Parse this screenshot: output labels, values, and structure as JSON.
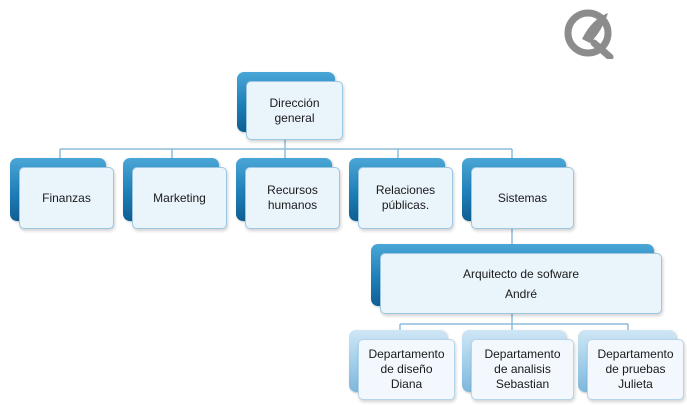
{
  "nodes": {
    "root": {
      "line1": "Dirección",
      "line2": "general"
    },
    "finanzas": {
      "line1": "Finanzas"
    },
    "marketing": {
      "line1": "Marketing"
    },
    "recursos": {
      "line1": "Recursos",
      "line2": "humanos"
    },
    "relaciones": {
      "line1": "Relaciones",
      "line2": "públicas."
    },
    "sistemas": {
      "line1": "Sistemas"
    },
    "arquitecto": {
      "line1": "Arquitecto de sofware",
      "line2": "André"
    },
    "diseno": {
      "line1": "Departamento",
      "line2": "de diseño",
      "line3": "Diana"
    },
    "analisis": {
      "line1": "Departamento",
      "line2": "de analisis",
      "line3": "Sebastian"
    },
    "pruebas": {
      "line1": "Departamento",
      "line2": "de pruebas",
      "line3": "Julieta"
    }
  },
  "colors": {
    "connector": "#8fbcd9",
    "dark_box": "#1f7fb8",
    "light_box": "#9ccbe8",
    "logo": "#8c8c8c"
  }
}
